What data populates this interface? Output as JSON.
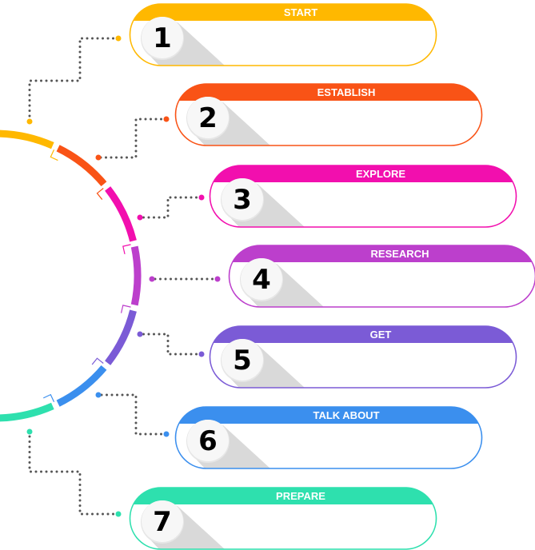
{
  "title": "7-step process infographic",
  "steps": [
    {
      "number": "1",
      "label": "START",
      "color": "#FFB800"
    },
    {
      "number": "2",
      "label": "ESTABLISH",
      "color": "#F95316"
    },
    {
      "number": "3",
      "label": "EXPLORE",
      "color": "#F20FAE"
    },
    {
      "number": "4",
      "label": "RESEARCH",
      "color": "#BC3FCC"
    },
    {
      "number": "5",
      "label": "GET",
      "color": "#7B5BD6"
    },
    {
      "number": "6",
      "label": "TALK ABOUT",
      "color": "#3B8FEE"
    },
    {
      "number": "7",
      "label": "PREPARE",
      "color": "#2EE0AE"
    }
  ],
  "connector_color": "#555555"
}
